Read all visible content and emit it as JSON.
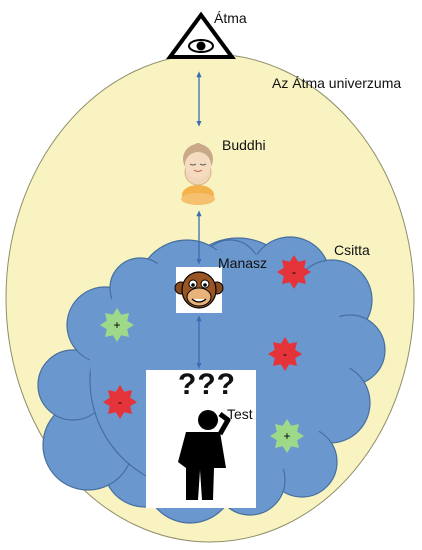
{
  "title": "Átma",
  "universe_label": "Az Átma univerzuma",
  "buddhi_label": "Buddhi",
  "manas_label": "Manasz",
  "csitta_label": "Csitta",
  "test_label": "Test",
  "question_marks": "???",
  "stars": [
    {
      "sign": "-",
      "color": "#e5333a"
    },
    {
      "sign": "+",
      "color": "#9ed98a"
    },
    {
      "sign": "-",
      "color": "#e5333a"
    },
    {
      "sign": "-",
      "color": "#e5333a"
    },
    {
      "sign": "+",
      "color": "#9ed98a"
    }
  ],
  "colors": {
    "universe_fill": "#f8f3c0",
    "cloud_fill": "#6b97cf",
    "arrow": "#3a6db0"
  }
}
